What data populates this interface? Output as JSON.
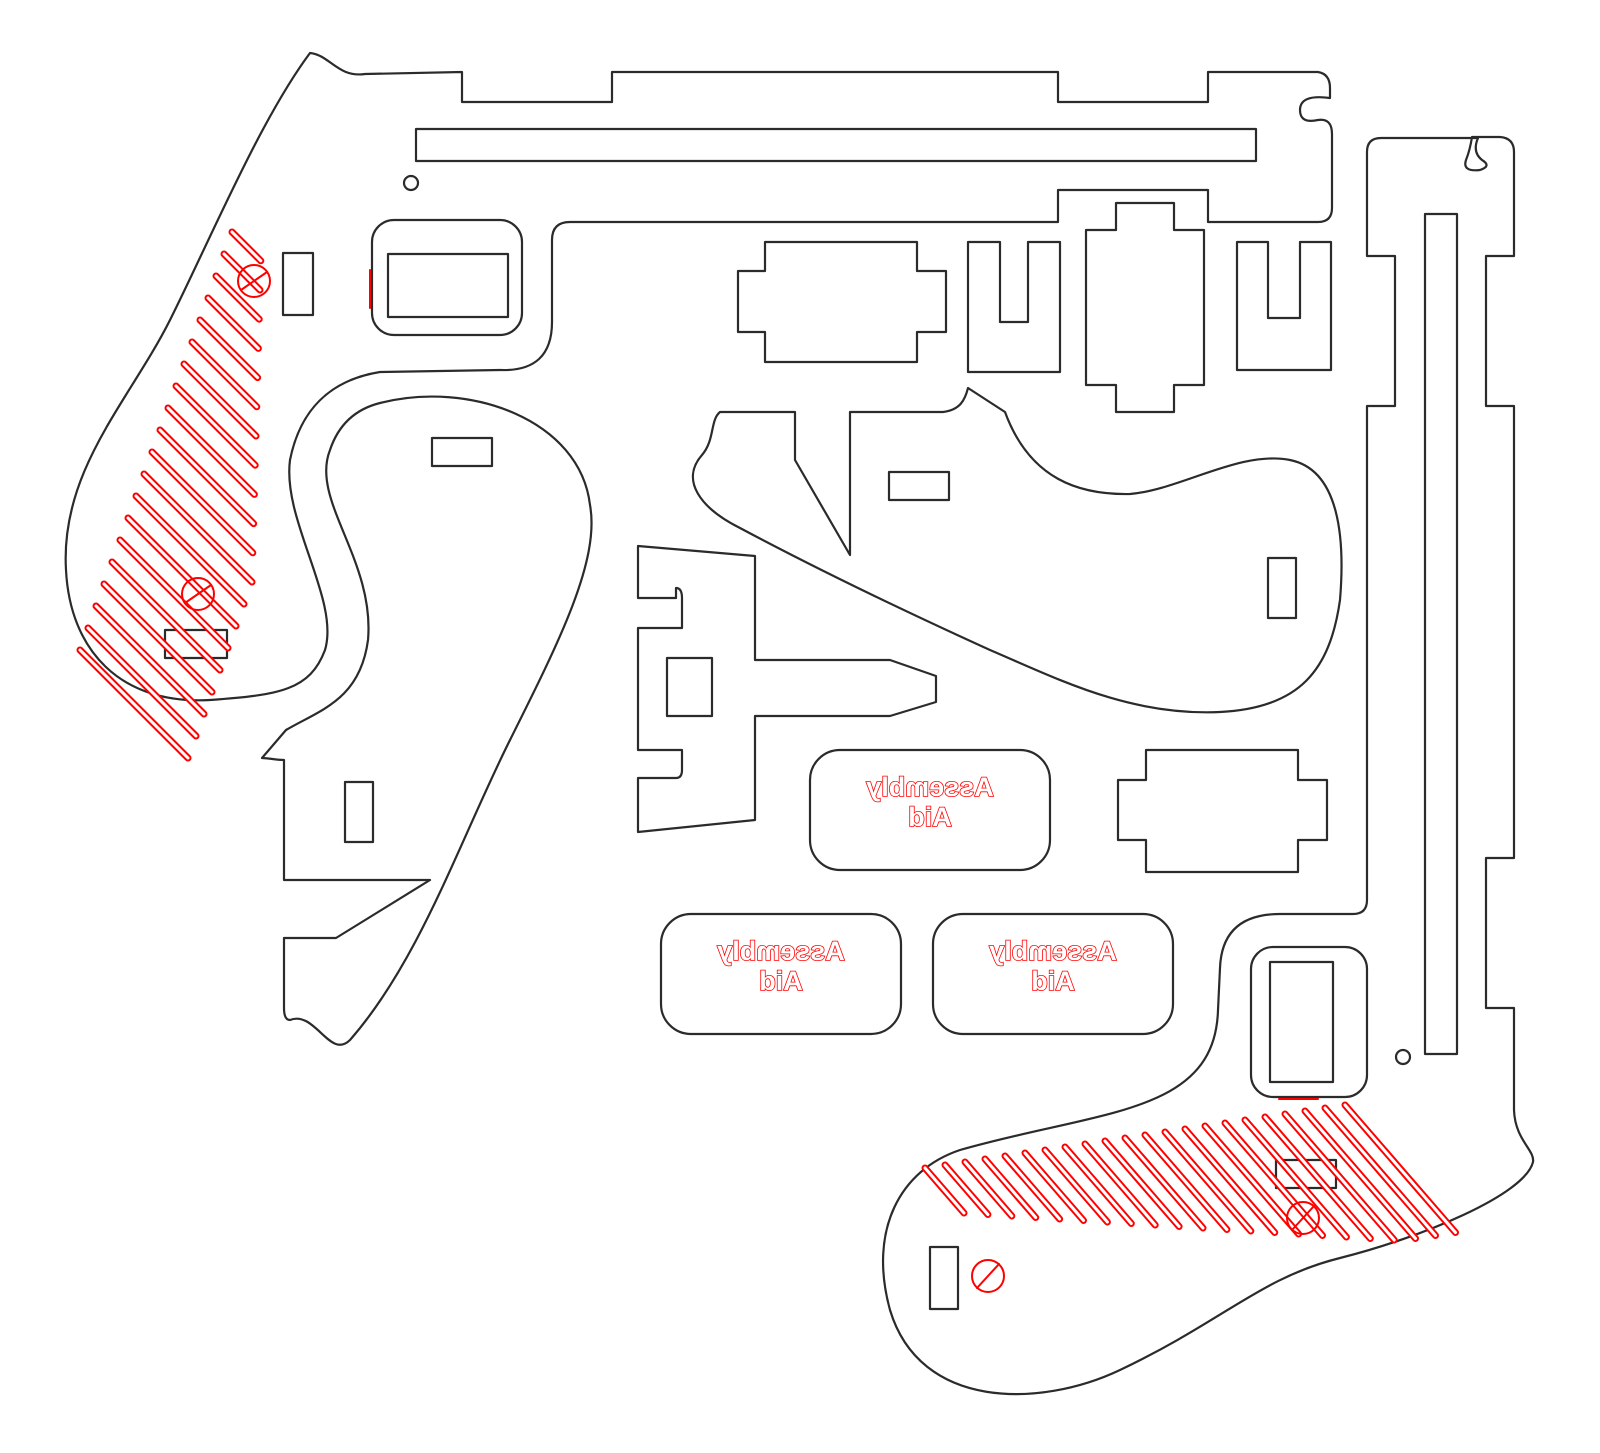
{
  "sheet": {
    "stroke_color": "#2b2b2b",
    "etch_color": "#ff0000"
  },
  "assembly_aids": [
    {
      "line1": "Assembly",
      "line2": "Aid"
    },
    {
      "line1": "Assembly",
      "line2": "Aid"
    },
    {
      "line1": "Assembly",
      "line2": "Aid"
    }
  ]
}
